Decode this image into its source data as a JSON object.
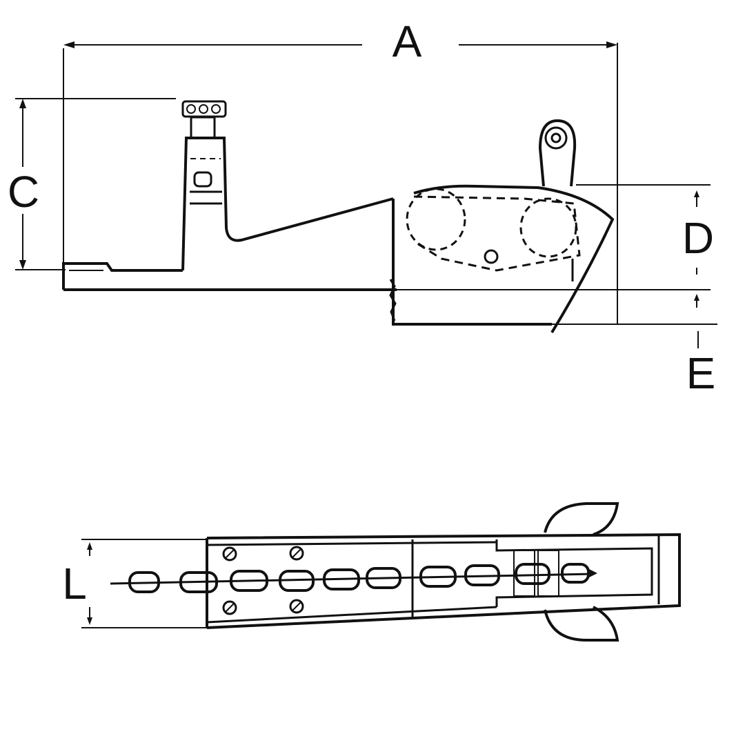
{
  "labels": {
    "a": "A",
    "c": "C",
    "d": "D",
    "e": "E",
    "l": "L"
  },
  "colors": {
    "ink": "#111111",
    "paper": "#ffffff"
  }
}
